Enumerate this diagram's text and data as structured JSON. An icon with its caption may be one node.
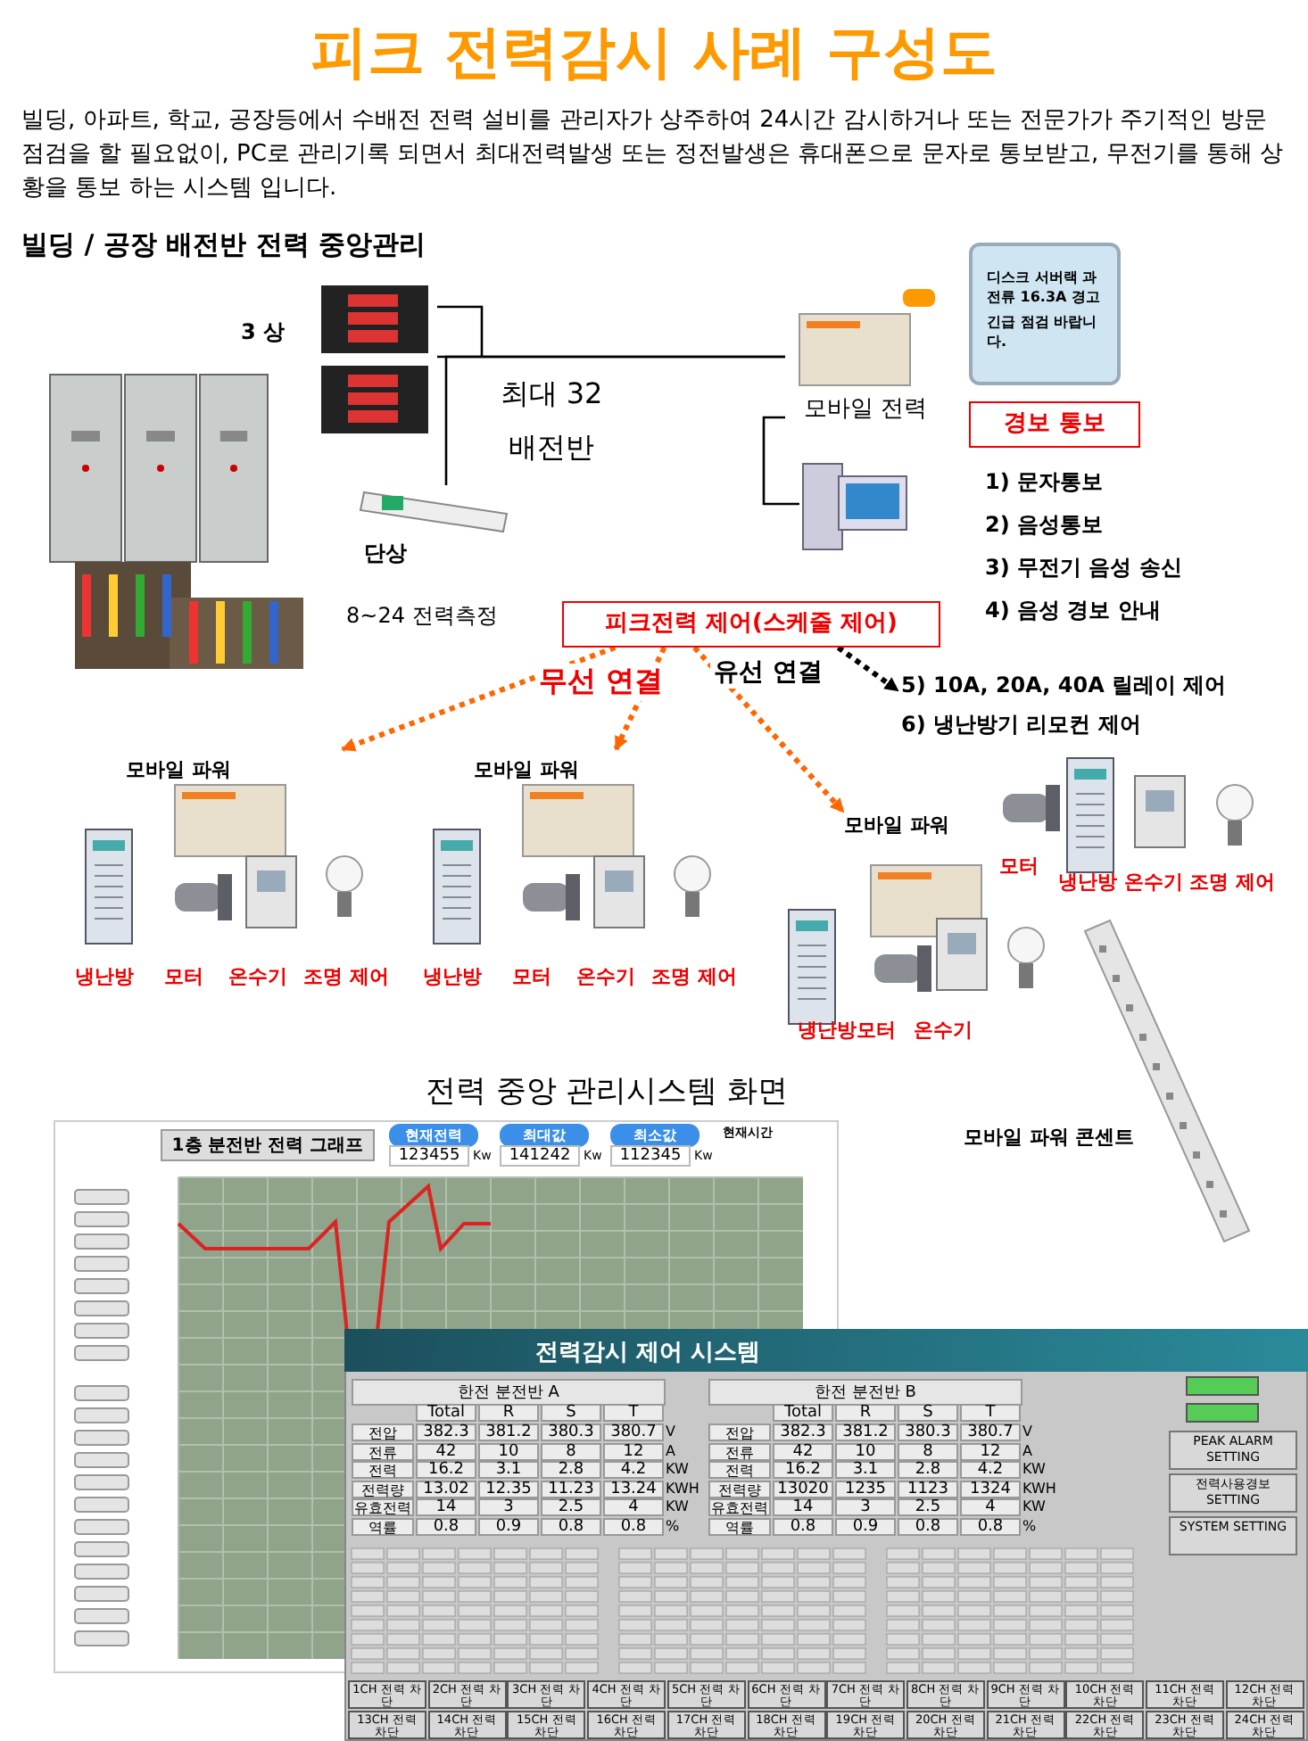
{
  "diagram": {
    "title": "피크 전력감시 사례 구성도",
    "nodes": [
      {
        "text": [
          "3 상"
        ]
      },
      {
        "text": [
          "단상"
        ],
        "beside": [
          "8~24  전력측정"
        ]
      },
      {
        "text": [
          "모바일 전력"
        ]
      },
      {
        "text": [],
        "shape": "picture"
      },
      {
        "text": [
          "피크전력 제어(스케줄 제어)"
        ]
      },
      {
        "text": [
          "모바일 파워"
        ]
      },
      {
        "text": [
          "모바일 파워"
        ]
      },
      {
        "text": [
          "모바일 파워"
        ]
      },
      {
        "text": [
          "5) 10A, 20A, 40A 릴레이 제어",
          "6) 냉난방기 리모컨 제어"
        ]
      },
      {
        "text": [
          "경보 통보"
        ]
      },
      {
        "text": [
          "디스크 서버랙 과전류 16.3A 경고",
          "긴급 점검 바랍니다."
        ]
      }
    ],
    "edges": [
      {
        "from": 0,
        "to": 2,
        "arrow": "none"
      },
      {
        "from": 1,
        "to": 2,
        "arrow": "none"
      },
      {
        "from": 2,
        "to": 3,
        "arrow": "none"
      },
      {
        "from": 4,
        "to": 5,
        "arrow": "to",
        "style": "dashed",
        "color": "#ff6600"
      },
      {
        "from": 4,
        "to": 6,
        "arrow": "to",
        "style": "dashed",
        "color": "#ff6600",
        "label": "무선 연결"
      },
      {
        "from": 4,
        "to": 7,
        "arrow": "to",
        "style": "dashed",
        "color": "#ff6600"
      },
      {
        "from": 4,
        "to": 8,
        "arrow": "to",
        "style": "dashed",
        "color": "#000000",
        "label": "유선 연결"
      }
    ],
    "labels": [
      "빌딩, 아파트, 학교, 공장등에서 수배전 전력 설비를 관리자가 상주하여 24시간 감시하거나 또는 전문가가 주기적인 방문 점검을 할 필요없이, PC로 관리기록 되면서 최대전력발생 또는 정전발생은 휴대폰으로 문자로 통보받고, 무전기를 통해 상황을 통보 하는 시스템 입니다.",
      "빌딩 / 공장 배전반 전력 중앙관리",
      "최대 32 배전반",
      "1) 문자통보",
      "2) 음성통보",
      "3) 무전기 음성 송신",
      "4) 음성 경보 안내",
      "냉난방",
      "모터",
      "온수기",
      "조명 제어",
      "냉난방",
      "모터",
      "온수기",
      "조명 제어",
      "모터",
      "냉난방 온수기 조명 제어",
      "냉난방모터",
      "온수기",
      "모바일 파워 콘센트",
      "전력 중앙 관리시스템 화면",
      "1층 분전반 전력 그래프",
      "현재전력",
      "123455",
      "Kw",
      "최대값",
      "141242",
      "Kw",
      "최소값",
      "112345",
      "Kw",
      "현재시간",
      "전력감시 제어 시스템",
      "한전 분전반 A",
      "한전 분전반 B",
      "Total",
      "R",
      "S",
      "T",
      "전압",
      "382.3",
      "381.2",
      "380.3",
      "380.7",
      "V",
      "전류",
      "42",
      "10",
      "8",
      "12",
      "A",
      "전력",
      "16.2",
      "3.1",
      "2.8",
      "4.2",
      "KW",
      "전력량",
      "13.02",
      "12.35",
      "11.23",
      "13.24",
      "KWH",
      "유효전력",
      "14",
      "3",
      "2.5",
      "4",
      "KW",
      "역률",
      "0.8",
      "0.9",
      "0.8",
      "0.8",
      "%",
      "Total",
      "R",
      "S",
      "T",
      "전압",
      "382.3",
      "381.2",
      "380.3",
      "380.7",
      "V",
      "전류",
      "42",
      "10",
      "8",
      "12",
      "A",
      "전력",
      "16.2",
      "3.1",
      "2.8",
      "4.2",
      "KW",
      "전력량",
      "13020",
      "1235",
      "1123",
      "1324",
      "KWH",
      "유효전력",
      "14",
      "3",
      "2.5",
      "4",
      "KW",
      "역률",
      "0.8",
      "0.9",
      "0.8",
      "0.8",
      "%",
      "PEAK ALARM SETTING",
      "전력사용경보 SETTING",
      "SYSTEM SETTING",
      "1CH 전력 차단",
      "2CH 전력 차단",
      "3CH 전력 차단",
      "4CH 전력 차단",
      "5CH 전력 차단",
      "6CH 전력 차단",
      "7CH 전력 차단",
      "8CH 전력 차단",
      "9CH 전력 차단",
      "10CH 전력 차단",
      "11CH 전력 차단",
      "12CH 전력 차단",
      "13CH 전력 차단",
      "14CH 전력 차단",
      "15CH 전력 차단",
      "16CH 전력 차단",
      "17CH 전력 차단",
      "18CH 전력 차단",
      "19CH 전력 차단",
      "20CH 전력 차단",
      "21CH 전력 차단",
      "22CH 전력 차단",
      "23CH 전력 차단",
      "24CH 전력 차단"
    ]
  }
}
